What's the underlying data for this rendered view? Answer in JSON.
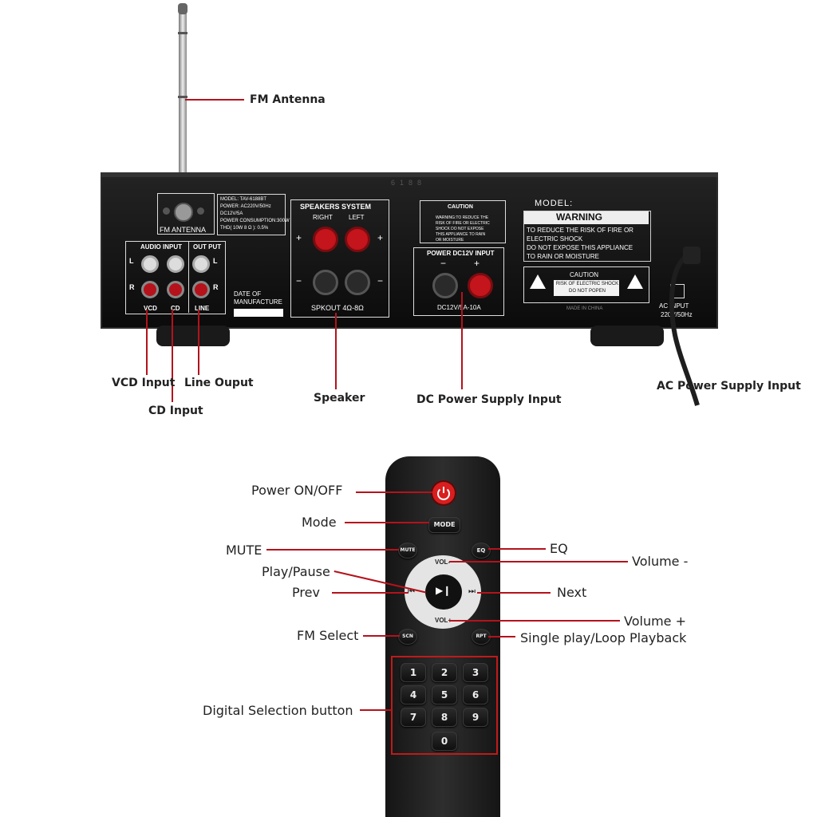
{
  "amplifier": {
    "labels": {
      "fm_antenna": "FM Antenna",
      "vcd_input": "VCD Input",
      "line_output": "Line Ouput",
      "cd_input": "CD Input",
      "speaker": "Speaker",
      "dc_power": "DC Power Supply Input",
      "ac_power": "AC Power Supply Input"
    },
    "panel": {
      "serial": "6188",
      "fm_antenna": "FM ANTENNA",
      "model_lines": [
        "MODEL:    TAV-6188BT",
        "POWER:    AC220V/50Hz",
        "               DC12V/5A",
        "POWER CONSUMPTION:300W",
        "THD( 10W 8 Ω ):    0.5%"
      ],
      "audio_input": "AUDIO INPUT",
      "out_put": "OUT PUT",
      "jack_l": "L",
      "jack_r": "R",
      "vcd": "VCD",
      "cd": "CD",
      "line": "LINE",
      "date_of_manufacture": "DATE OF MANUFACTURE",
      "speakers_system": "SPEAKERS SYSTEM",
      "right": "RIGHT",
      "left": "LEFT",
      "plus": "+",
      "minus": "−",
      "spkout": "SPKOUT 4Ω-8Ω",
      "caution": "CAUTION",
      "caution_text": "WARNING:TO REDUCE THE RISK OF FIRE OR ELECTRIC SHOCK DO NOT EXPOSE THIS APPLIANCE TO RAIN OR MOISTURE",
      "power_dc": "POWER DC12V INPUT",
      "dc_rating": "DC12V/5A-10A",
      "model": "MODEL:",
      "warning": "WARNING",
      "warning_lines": [
        "TO REDUCE THE RISK OF FIRE OR",
        "ELECTRIC SHOCK",
        "DO NOT EXPOSE THIS APPLIANCE",
        "TO RAIN OR MOISTURE"
      ],
      "caution2": "CAUTION",
      "caution2_text": "RISK OF ELECTRIC SHOCK DO NOT POPEN",
      "made_in": "MADE IN CHINA",
      "ac_input": "AC INPUT",
      "ac_rating": "220V/50Hz"
    }
  },
  "remote": {
    "labels": {
      "power": "Power ON/OFF",
      "mode": "Mode",
      "mute": "MUTE",
      "eq": "EQ",
      "volume_minus": "Volume -",
      "play_pause": "Play/Pause",
      "prev": "Prev",
      "next": "Next",
      "volume_plus": "Volume +",
      "fm_select": "FM Select",
      "single_loop": "Single play/Loop Playback",
      "digital": "Digital Selection button"
    },
    "buttons": {
      "mode": "MODE",
      "mute": "MUTE",
      "eq": "EQ",
      "vol_minus": "VOL-",
      "vol_plus": "VOL+",
      "scn": "SCN",
      "rpt": "RPT",
      "play": "▶❙",
      "prev": "⏮",
      "next": "⏭",
      "digits": [
        "1",
        "2",
        "3",
        "4",
        "5",
        "6",
        "7",
        "8",
        "9",
        "0"
      ]
    }
  },
  "colors": {
    "accent_red": "#b5121b",
    "chassis": "#141414"
  }
}
